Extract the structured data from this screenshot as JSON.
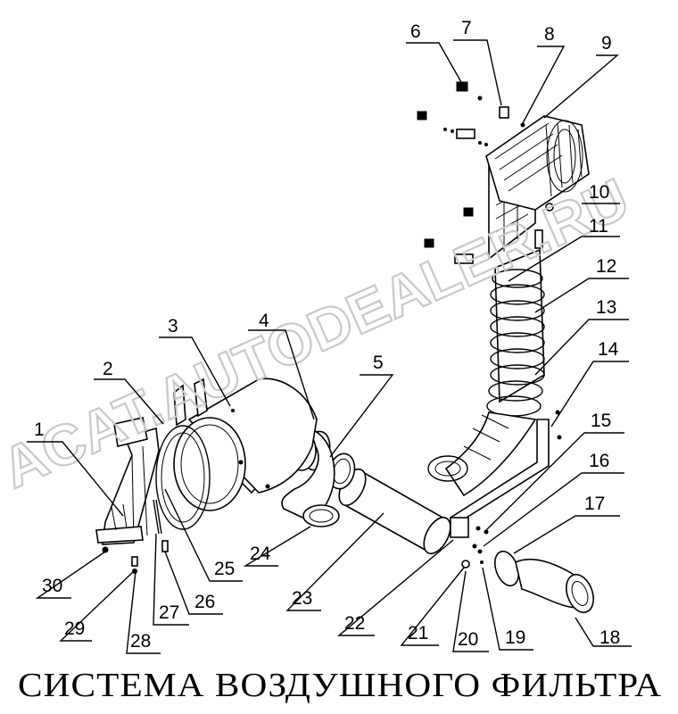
{
  "title": "СИСТЕМА   ВОЗДУШНОГО   ФИЛЬТРА",
  "watermark": "ACAT.AUTODEALER.RU",
  "labels": [
    "1",
    "2",
    "3",
    "4",
    "5",
    "6",
    "7",
    "8",
    "9",
    "10",
    "11",
    "12",
    "13",
    "14",
    "15",
    "16",
    "17",
    "18",
    "19",
    "20",
    "21",
    "22",
    "23",
    "24",
    "25",
    "26",
    "27",
    "28",
    "29",
    "30"
  ]
}
